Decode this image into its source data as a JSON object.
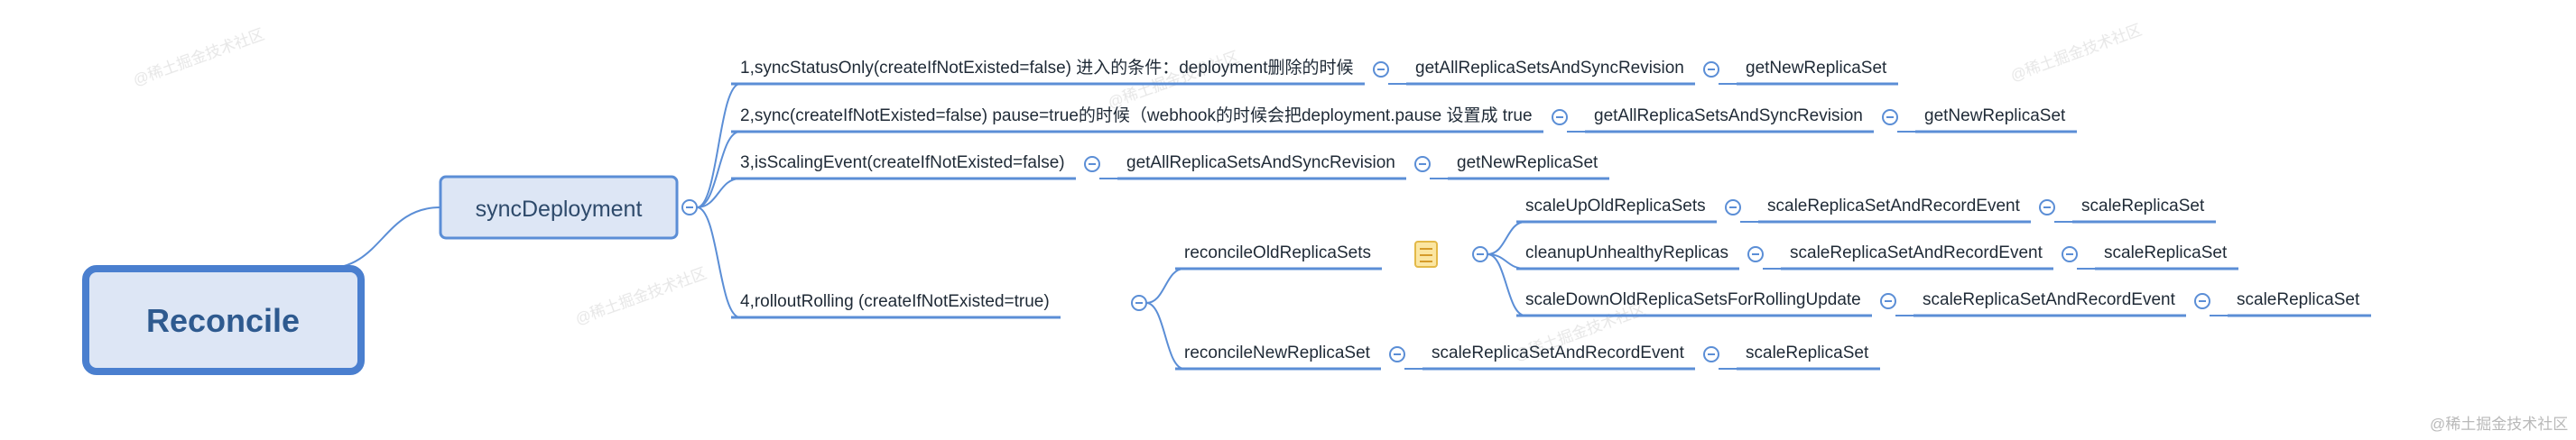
{
  "root": {
    "label": "Reconcile"
  },
  "level1": {
    "label": "syncDeployment"
  },
  "branches": [
    {
      "label": "1,syncStatusOnly(createIfNotExisted=false) 进入的条件：deployment删除的时候",
      "chain": [
        "getAllReplicaSetsAndSyncRevision",
        "getNewReplicaSet"
      ]
    },
    {
      "label": "2,sync(createIfNotExisted=false) pause=true的时候（webhook的时候会把deployment.pause 设置成 true",
      "chain": [
        "getAllReplicaSetsAndSyncRevision",
        "getNewReplicaSet"
      ]
    },
    {
      "label": "3,isScalingEvent(createIfNotExisted=false)",
      "chain": [
        "getAllReplicaSetsAndSyncRevision",
        "getNewReplicaSet"
      ]
    },
    {
      "label": "4,rolloutRolling (createIfNotExisted=true)",
      "children": [
        {
          "label": "reconcileOldReplicaSets",
          "has_note": true,
          "children": [
            {
              "label": "scaleUpOldReplicaSets",
              "chain": [
                "scaleReplicaSetAndRecordEvent",
                "scaleReplicaSet"
              ]
            },
            {
              "label": "cleanupUnhealthyReplicas",
              "chain": [
                "scaleReplicaSetAndRecordEvent",
                "scaleReplicaSet"
              ]
            },
            {
              "label": "scaleDownOldReplicaSetsForRollingUpdate",
              "chain": [
                "scaleReplicaSetAndRecordEvent",
                "scaleReplicaSet"
              ]
            }
          ]
        },
        {
          "label": "reconcileNewReplicaSet",
          "chain": [
            "scaleReplicaSetAndRecordEvent",
            "scaleReplicaSet"
          ]
        }
      ]
    }
  ],
  "watermark": "@稀土掘金技术社区",
  "colors": {
    "line": "#5b8ed6",
    "node_fill": "#dde6f5",
    "root_border": "#4a7fcf",
    "text": "#1f2a36"
  },
  "icons": {
    "collapse": "minus-circle-icon",
    "note": "note-icon"
  }
}
